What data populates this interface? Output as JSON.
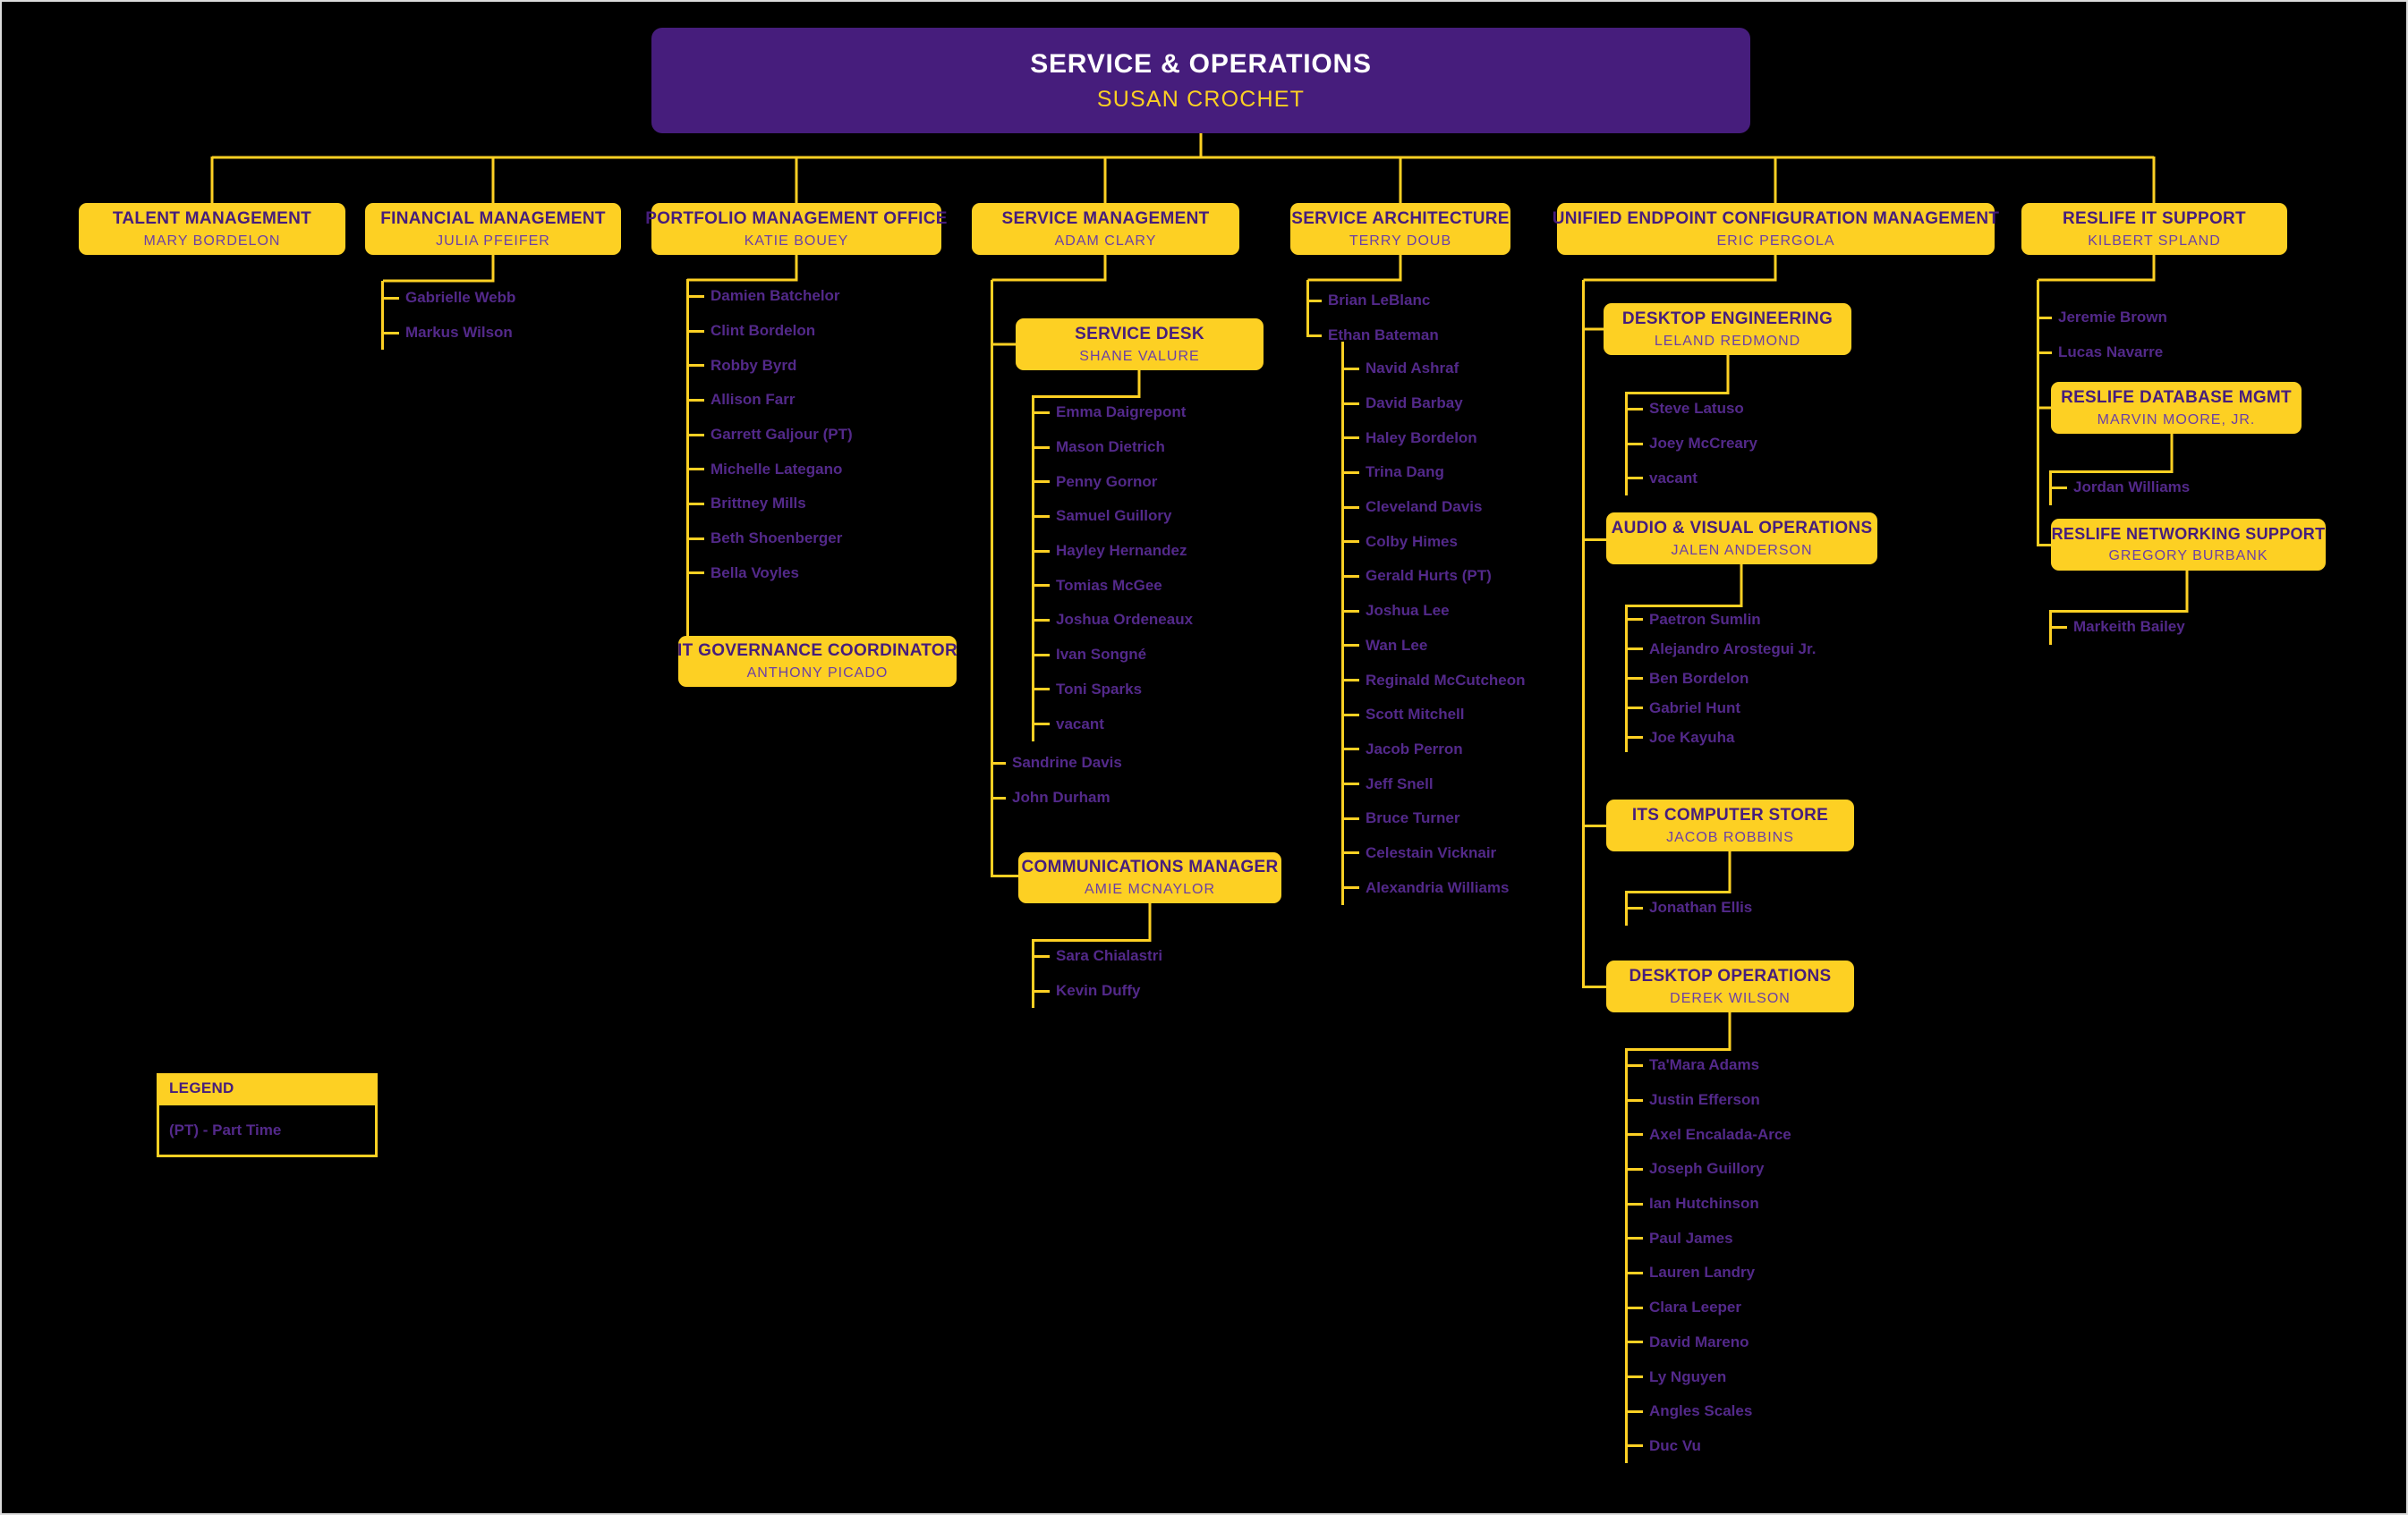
{
  "root": {
    "title": "SERVICE & OPERATIONS",
    "name": "SUSAN CROCHET"
  },
  "talent": {
    "title": "TALENT MANAGEMENT",
    "name": "MARY BORDELON"
  },
  "financial": {
    "title": "FINANCIAL MANAGEMENT",
    "name": "JULIA PFEIFER",
    "staff": [
      "Gabrielle Webb",
      "Markus Wilson"
    ]
  },
  "portfolio": {
    "title": "PORTFOLIO MANAGEMENT OFFICE",
    "name": "KATIE BOUEY",
    "staff": [
      "Damien Batchelor",
      "Clint Bordelon",
      "Robby Byrd",
      "Allison Farr",
      "Garrett Galjour (PT)",
      "Michelle Lategano",
      "Brittney Mills",
      "Beth Shoenberger",
      "Bella Voyles"
    ],
    "it_governance": {
      "title": "IT GOVERNANCE COORDINATOR",
      "name": "ANTHONY PICADO"
    }
  },
  "service_management": {
    "title": "SERVICE MANAGEMENT",
    "name": "ADAM CLARY",
    "staff": [
      "Sandrine Davis",
      "John Durham"
    ],
    "service_desk": {
      "title": "SERVICE DESK",
      "name": "SHANE VALURE",
      "staff": [
        "Emma Daigrepont",
        "Mason Dietrich",
        "Penny Gornor",
        "Samuel Guillory",
        "Hayley Hernandez",
        "Tomias McGee",
        "Joshua Ordeneaux",
        "Ivan Songné",
        "Toni Sparks",
        "vacant"
      ]
    },
    "communications": {
      "title": "COMMUNICATIONS MANAGER",
      "name": "AMIE MCNAYLOR",
      "staff": [
        "Sara Chialastri",
        "Kevin Duffy"
      ]
    }
  },
  "service_architecture": {
    "title": "SERVICE ARCHITECTURE",
    "name": "TERRY DOUB",
    "staff": [
      "Brian LeBlanc",
      "Ethan Bateman"
    ],
    "bateman_team": [
      "Navid Ashraf",
      "David Barbay",
      "Haley Bordelon",
      "Trina Dang",
      "Cleveland Davis",
      "Colby Himes",
      "Gerald Hurts (PT)",
      "Joshua Lee",
      "Wan Lee",
      "Reginald McCutcheon",
      "Scott Mitchell",
      "Jacob Perron",
      "Jeff Snell",
      "Bruce Turner",
      "Celestain Vicknair",
      "Alexandria Williams"
    ]
  },
  "uecm": {
    "title": "UNIFIED ENDPOINT CONFIGURATION MANAGEMENT",
    "name": "ERIC PERGOLA",
    "desktop_engineering": {
      "title": "DESKTOP ENGINEERING",
      "name": "LELAND REDMOND",
      "staff": [
        "Steve Latuso",
        "Joey McCreary",
        "vacant"
      ]
    },
    "av_operations": {
      "title": "AUDIO & VISUAL OPERATIONS",
      "name": "JALEN ANDERSON",
      "staff": [
        "Paetron Sumlin",
        "Alejandro Arostegui Jr.",
        "Ben Bordelon",
        "Gabriel Hunt",
        "Joe Kayuha"
      ]
    },
    "computer_store": {
      "title": "ITS COMPUTER STORE",
      "name": "JACOB ROBBINS",
      "staff": [
        "Jonathan Ellis"
      ]
    },
    "desktop_operations": {
      "title": "DESKTOP OPERATIONS",
      "name": "DEREK WILSON",
      "staff": [
        "Ta'Mara Adams",
        "Justin Efferson",
        "Axel Encalada-Arce",
        "Joseph Guillory",
        "Ian Hutchinson",
        "Paul James",
        "Lauren Landry",
        "Clara Leeper",
        "David Mareno",
        "Ly Nguyen",
        "Angles Scales",
        "Duc Vu"
      ]
    }
  },
  "reslife": {
    "title": "RESLIFE IT SUPPORT",
    "name": "KILBERT SPLAND",
    "staff": [
      "Jeremie Brown",
      "Lucas Navarre"
    ],
    "database": {
      "title": "RESLIFE DATABASE MGMT",
      "name": "MARVIN MOORE, JR.",
      "staff": [
        "Jordan Williams"
      ]
    },
    "networking": {
      "title": "RESLIFE NETWORKING SUPPORT",
      "name": "GREGORY BURBANK",
      "staff": [
        "Markeith Bailey"
      ]
    }
  },
  "legend": {
    "title": "LEGEND",
    "items": [
      "(PT) - Part Time"
    ]
  },
  "colors": {
    "purple": "#461D7C",
    "gold": "#FDD023",
    "list_text": "#53298A",
    "box_name_text": "#6B3FA6",
    "background": "#000000"
  }
}
